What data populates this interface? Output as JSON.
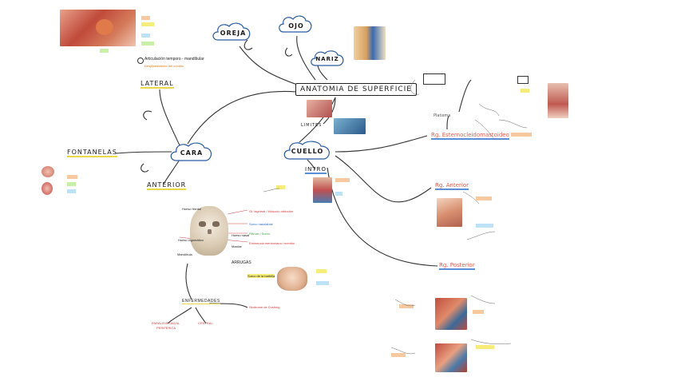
{
  "center": {
    "title": "ANATOMIA DE SUPERFICIE"
  },
  "topics": {
    "oreja": "OREJA",
    "ojo": "OJO",
    "nariz": "NARIZ",
    "cara": "CARA",
    "cuello": "CUELLO",
    "lateral": "LATERAL",
    "fontanelas": "FONTANELAS",
    "anterior": "ANTERIOR",
    "limites": "LIMITES",
    "intro": "INTRO",
    "platisma": "Platisma",
    "m_esterno": "Rg. Esternocleidomastoideo",
    "rg_anterior": "Rg. Anterior",
    "rg_posterior": "Rg. Posterior",
    "enfermedades": "ENFERMEDADES",
    "arrugas": "ARRUGAS"
  },
  "lateral_notes": {
    "atm": "Articulación temporo - mandibular",
    "atm_sub": "Desplazamiento del cóndilo"
  },
  "face_labels": {
    "frontal": "Hueso frontal",
    "nasal": "Hueso nasal",
    "cigomatico": "Hueso cigomático",
    "maxilar": "Maxilar",
    "mandibula": "Mandíbula"
  },
  "anterior_notes": {
    "a1": "Gl. lagrimal / Músculo orbicular",
    "a2": "Surco nasolabial",
    "a3": "Filtrum / Surco",
    "a4": "Eminencia mentoniana / mentón",
    "a5": "Surco de la barbilla"
  },
  "enfermedades_items": {
    "paralisis": "PARÁLISIS FACIAL",
    "periferica": "PERIFÉRICA",
    "central": "CENTRAL",
    "sindrome": "Sindrome de Cushing"
  },
  "colors": {
    "line": "#333333",
    "highlight_yellow": "#f6ec7a",
    "highlight_orange": "#f7c9a0",
    "highlight_green": "#c9f0a8",
    "highlight_blue": "#bde2f5",
    "accent_red": "#e05a4a"
  }
}
